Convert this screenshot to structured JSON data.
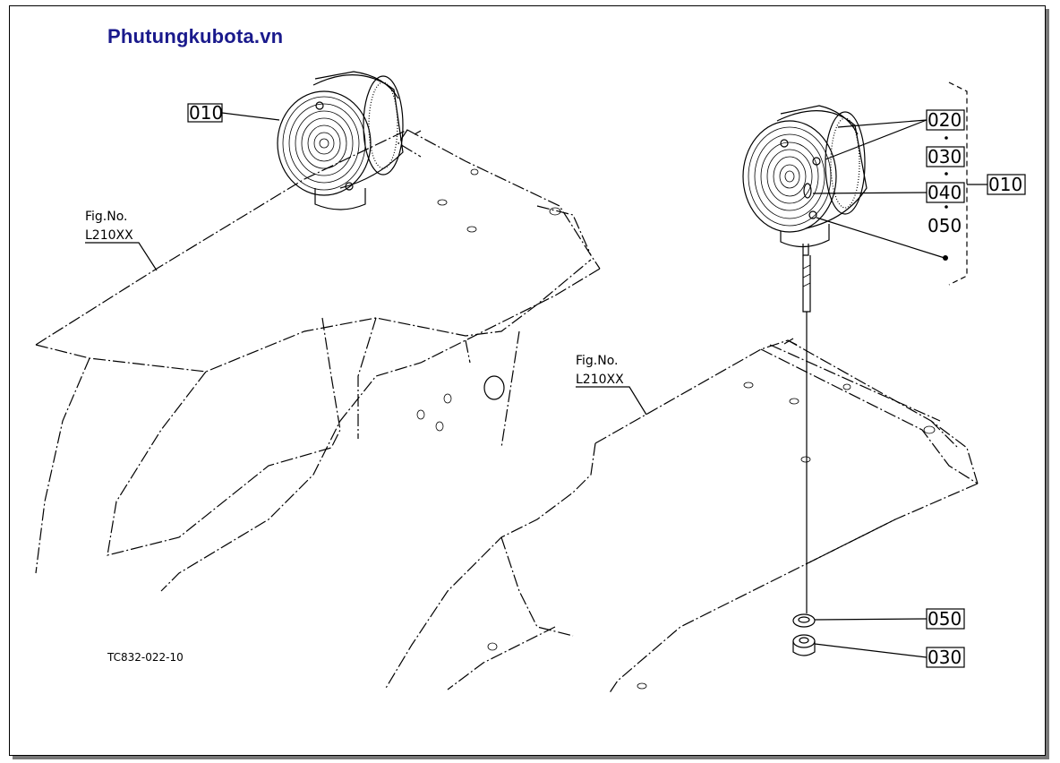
{
  "watermark": "Phutungkubota.vn",
  "drawing_code": "TC832-022-10",
  "fig_refs": [
    {
      "line1": "Fig.No.",
      "line2": "L210XX"
    },
    {
      "line1": "Fig.No.",
      "line2": "L210XX"
    }
  ],
  "callouts": {
    "left_lamp": "010",
    "right_020": "020",
    "right_030_top": "030",
    "right_040": "040",
    "right_050_top": "050",
    "right_group": "010",
    "washer": "050",
    "nut": "030"
  }
}
